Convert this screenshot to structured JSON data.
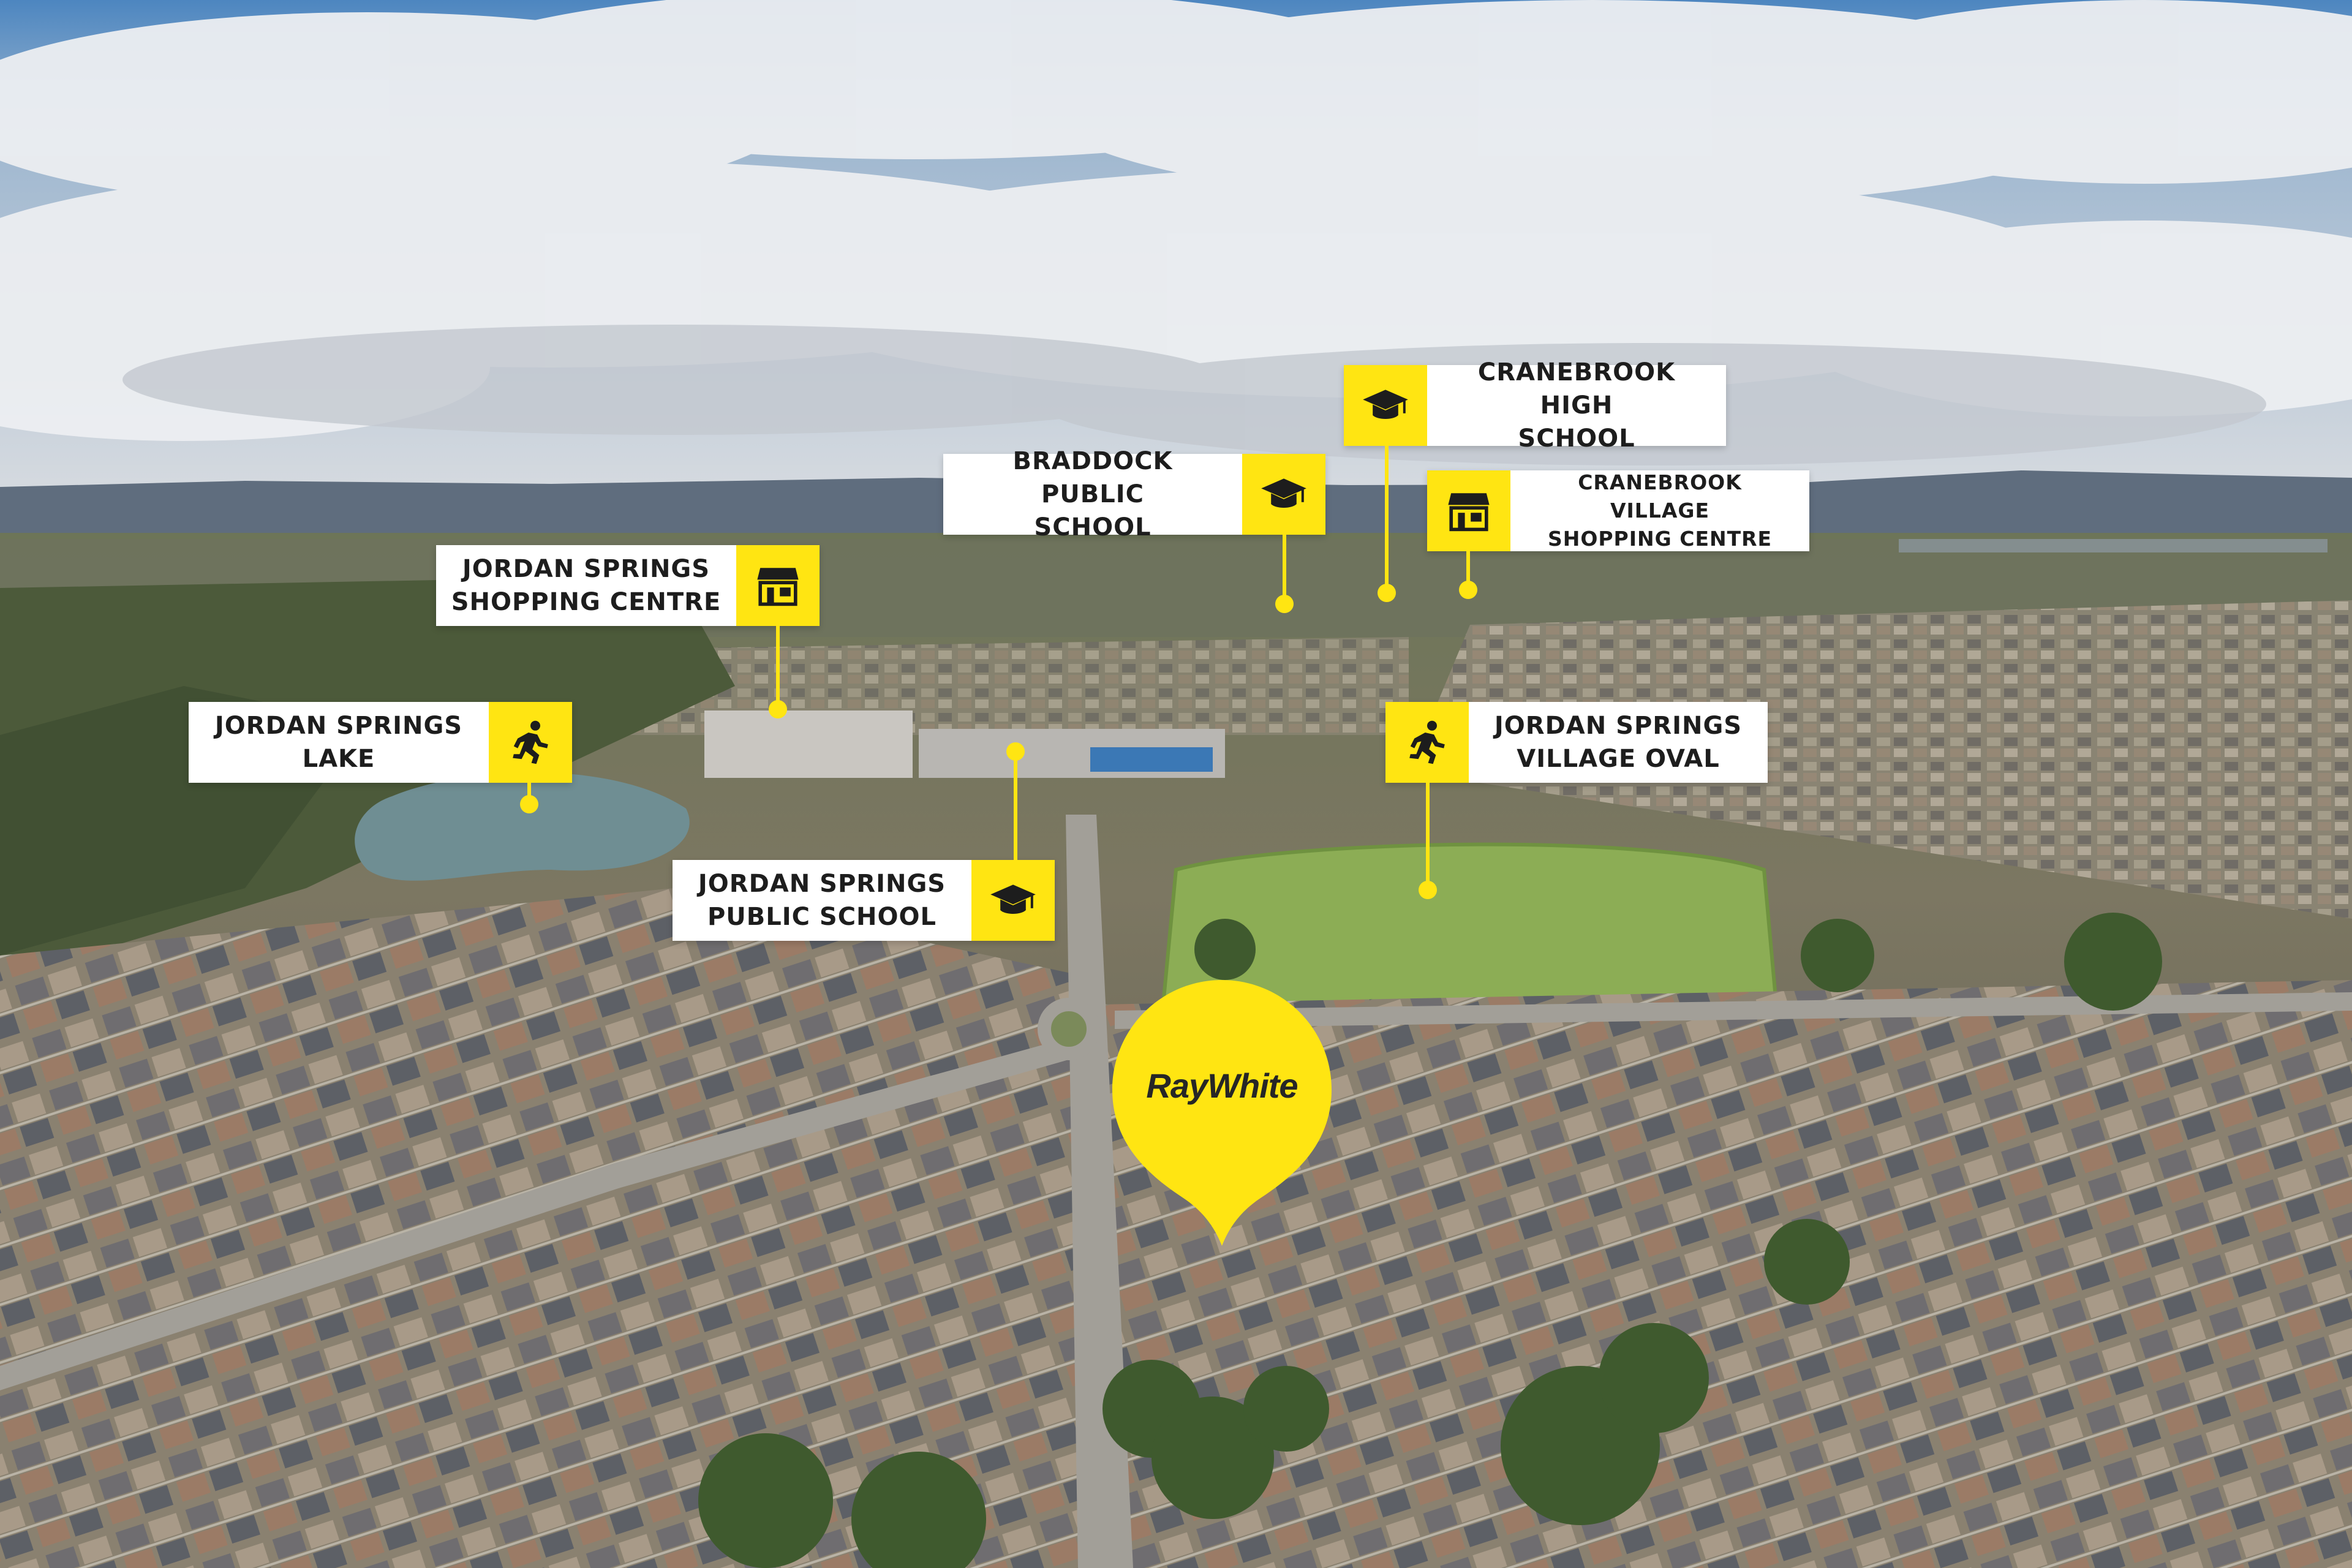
{
  "colors": {
    "accent_yellow": "#FFE512",
    "label_text": "#1d1d1d",
    "label_bg": "#FFFFFF",
    "sky_top": "#5a8fc4",
    "cloud": "#e7e9ec",
    "mountains": "#5b6878",
    "grass_oval": "#8bab52",
    "lake": "#6e8f96"
  },
  "brand": {
    "logo_text": "RayWhite"
  },
  "callouts": {
    "cranebrook_high": {
      "text": "CRANEBROOK HIGH\nSCHOOL",
      "icon": "graduation-cap-icon"
    },
    "braddock_public": {
      "text": "BRADDOCK PUBLIC\nSCHOOL",
      "icon": "graduation-cap-icon"
    },
    "cranebrook_village": {
      "text": "CRANEBROOK VILLAGE\nSHOPPING CENTRE",
      "icon": "shop-icon"
    },
    "jordan_springs_shopping": {
      "text": "JORDAN SPRINGS\nSHOPPING CENTRE",
      "icon": "shop-icon"
    },
    "jordan_springs_lake": {
      "text": "JORDAN SPRINGS\nLAKE",
      "icon": "running-person-icon"
    },
    "jordan_springs_oval": {
      "text": "JORDAN SPRINGS\nVILLAGE OVAL",
      "icon": "running-person-icon"
    },
    "jordan_springs_public": {
      "text": "JORDAN SPRINGS\nPUBLIC SCHOOL",
      "icon": "graduation-cap-icon"
    }
  }
}
